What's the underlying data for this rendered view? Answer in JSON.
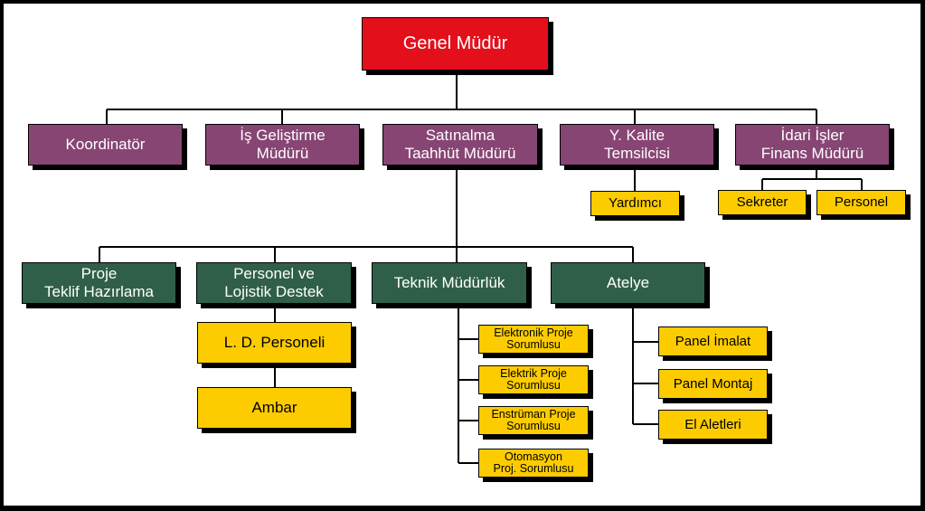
{
  "org": {
    "gm": "Genel Müdür",
    "koordinator": "Koordinatör",
    "is_gelistirme": "İş Geliştirme\nMüdürü",
    "satinalma": "Satınalma\nTaahhüt Müdürü",
    "kalite": "Y. Kalite\nTemsilcisi",
    "idari": "İdari İşler\nFinans Müdürü",
    "yardimci": "Yardımcı",
    "sekreter": "Sekreter",
    "personel": "Personel",
    "proje_teklif": "Proje\nTeklif Hazırlama",
    "personel_lojistik": "Personel ve\nLojistik Destek",
    "teknik": "Teknik Müdürlük",
    "atelye": "Atelye",
    "ld_personeli": "L. D. Personeli",
    "ambar": "Ambar",
    "elektronik": "Elektronik Proje\nSorumlusu",
    "elektrik": "Elektrik Proje\nSorumlusu",
    "enstruman": "Enstrüman Proje\nSorumlusu",
    "otomasyon": "Otomasyon\nProj. Sorumlusu",
    "panel_imalat": "Panel İmalat",
    "panel_montaj": "Panel Montaj",
    "el_aletleri": "El Aletleri"
  },
  "colors": {
    "red": "#e30f1b",
    "purple": "#874574",
    "green": "#2f5f49",
    "yellow": "#fdcc00"
  }
}
